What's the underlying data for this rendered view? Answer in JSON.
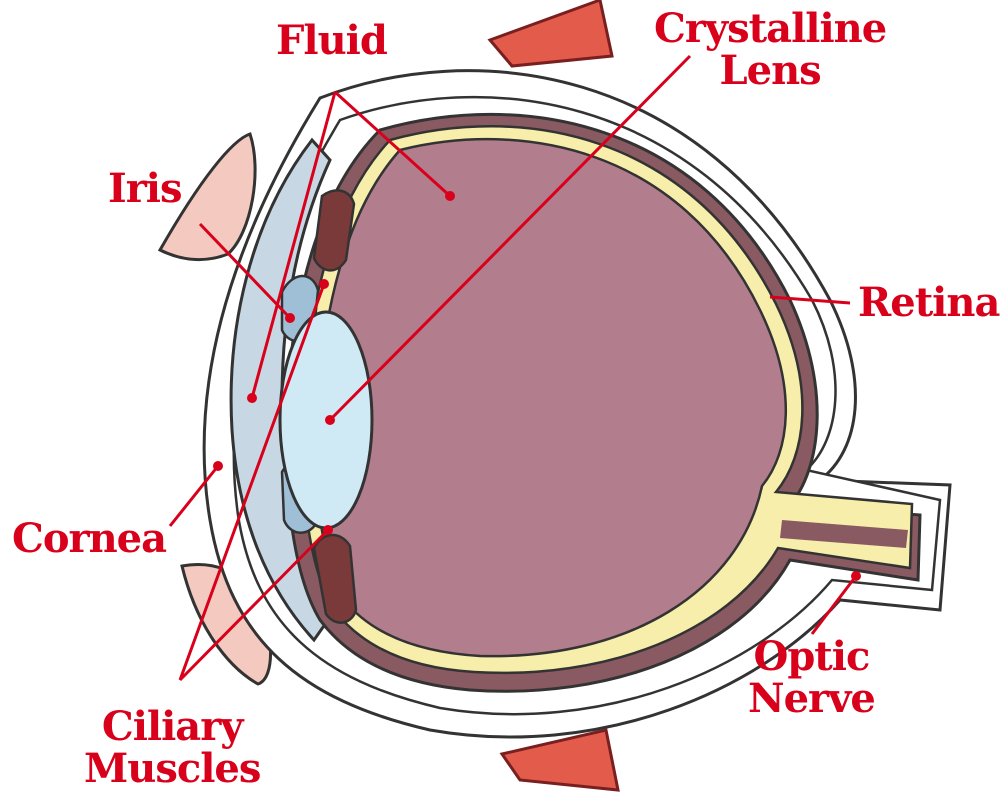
{
  "labels": {
    "fluid": "Fluid",
    "crystalline_lens": [
      "Crystalline",
      "Lens"
    ],
    "iris": "Iris",
    "retina": "Retina",
    "cornea": "Cornea",
    "optic_nerve": [
      "Optic",
      "Nerve"
    ],
    "ciliary_muscles": [
      "Ciliary",
      "Muscles"
    ]
  },
  "colors": {
    "label_red": "#d9001b",
    "vitreous": "#b27d8c",
    "retina_yellow": "#f6eeaa",
    "choroid": "#8a5a62",
    "lens_blue": "#cfe9f5",
    "ciliary": "#7a3a3a",
    "muscle": "#e25b4b",
    "eyelid": "#f3c9c0"
  }
}
